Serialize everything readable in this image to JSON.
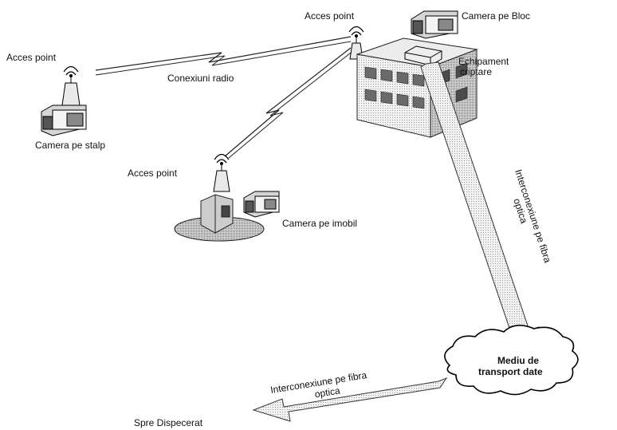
{
  "diagram": {
    "access_point_top": "Acces point",
    "access_point_left": "Acces point",
    "access_point_middle": "Acces point",
    "camera_block": "Camera pe Bloc",
    "encryption_equipment_line1": "Echipament",
    "encryption_equipment_line2": "criptare",
    "radio_connections": "Conexiuni radio",
    "camera_pole": "Camera pe stalp",
    "camera_building": "Camera pe imobil",
    "fiber_link_vertical_line1": "Interconexiune pe fibra",
    "fiber_link_vertical_line2": "optica",
    "transport_line1": "Mediu de",
    "transport_line2": "transport date",
    "fiber_link_bottom_line1": "Interconexiune pe fibra",
    "fiber_link_bottom_line2": "optica",
    "dispatch": "Spre Dispecerat"
  }
}
